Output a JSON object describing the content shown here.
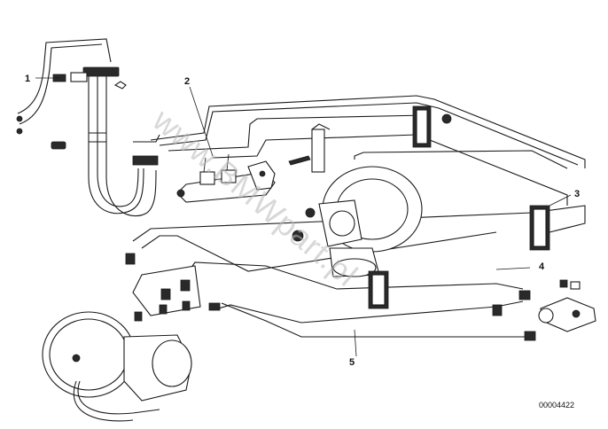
{
  "callouts": [
    {
      "id": "1",
      "label": "1"
    },
    {
      "id": "2",
      "label": "2"
    },
    {
      "id": "3",
      "label": "3"
    },
    {
      "id": "4",
      "label": "4"
    },
    {
      "id": "5",
      "label": "5"
    }
  ],
  "diagram_ref": "00004422",
  "watermark": "www.BMWpart.pl"
}
